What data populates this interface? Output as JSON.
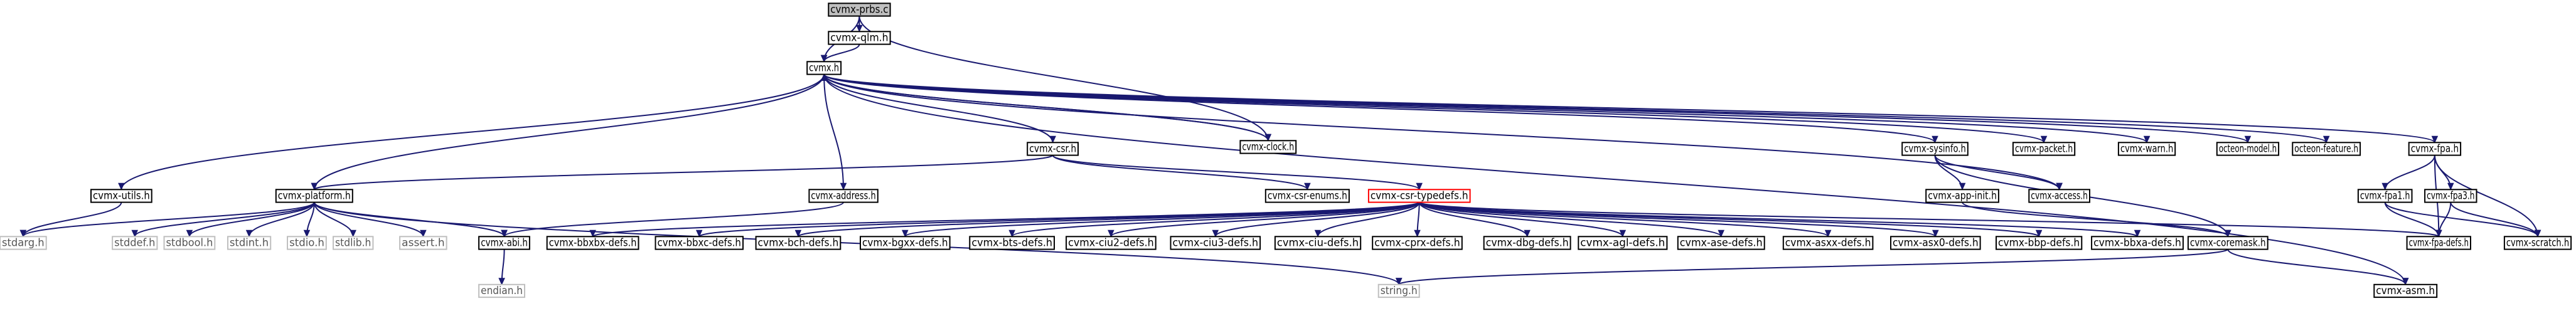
{
  "nodes": {
    "prbs": "cvmx-prbs.c",
    "qlm": "cvmx-qlm.h",
    "cvmx": "cvmx.h",
    "clock": "cvmx-clock.h",
    "utils": "cvmx-utils.h",
    "platform": "cvmx-platform.h",
    "csr": "cvmx-csr.h",
    "address": "cvmx-address.h",
    "csrenums": "cvmx-csr-enums.h",
    "typedefs": "cvmx-csr-typedefs.h",
    "sysinfo": "cvmx-sysinfo.h",
    "appinit": "cvmx-app-init.h",
    "access": "cvmx-access.h",
    "packet": "cvmx-packet.h",
    "warn": "cvmx-warn.h",
    "model": "octeon-model.h",
    "feature": "octeon-feature.h",
    "fpa": "cvmx-fpa.h",
    "fpa1": "cvmx-fpa1.h",
    "fpa3": "cvmx-fpa3.h",
    "fpadefs": "cvmx-fpa-defs.h",
    "scratch": "cvmx-scratch.h",
    "coremask": "cvmx-coremask.h",
    "asm": "cvmx-asm.h",
    "abi": "cvmx-abi.h",
    "endian": "endian.h",
    "stringh": "string.h",
    "stdarg": "stdarg.h",
    "stddef": "stddef.h",
    "stdbool": "stdbool.h",
    "stdint": "stdint.h",
    "stdio": "stdio.h",
    "stdlib": "stdlib.h",
    "assert": "assert.h",
    "bbxbx": "cvmx-bbxbx-defs.h",
    "bbxc": "cvmx-bbxc-defs.h",
    "bch": "cvmx-bch-defs.h",
    "bgxx": "cvmx-bgxx-defs.h",
    "bts": "cvmx-bts-defs.h",
    "ciu2": "cvmx-ciu2-defs.h",
    "ciu3": "cvmx-ciu3-defs.h",
    "ciu": "cvmx-ciu-defs.h",
    "cprx": "cvmx-cprx-defs.h",
    "dbg": "cvmx-dbg-defs.h",
    "agl": "cvmx-agl-defs.h",
    "ase": "cvmx-ase-defs.h",
    "asxx": "cvmx-asxx-defs.h",
    "asx0": "cvmx-asx0-defs.h",
    "bbp": "cvmx-bbp-defs.h",
    "bbxa": "cvmx-bbxa-defs.h"
  },
  "colors": {
    "edge": "#191970",
    "root_fill": "#bfbfbf",
    "node_border": "#000000",
    "system_border": "#bfbfbf",
    "truncated_border": "#ff0000",
    "system_text": "#555555"
  }
}
